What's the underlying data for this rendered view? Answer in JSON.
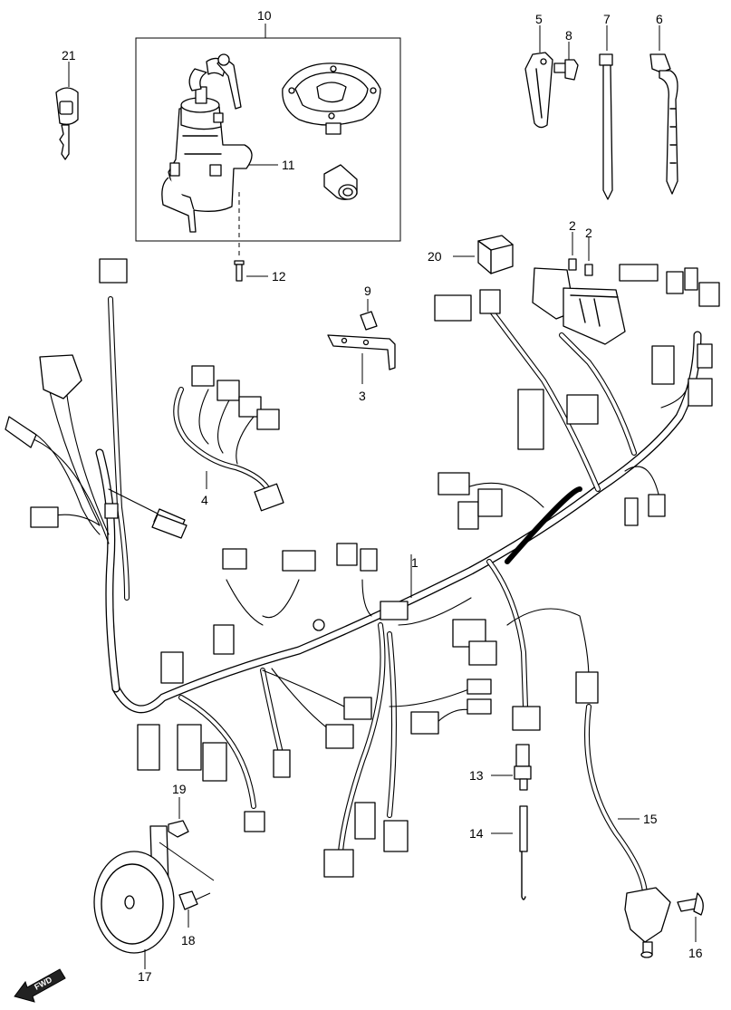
{
  "diagram": {
    "fwd_label": "FWD",
    "callouts": [
      "1",
      "2",
      "2",
      "3",
      "4",
      "5",
      "6",
      "7",
      "8",
      "9",
      "10",
      "11",
      "12",
      "13",
      "14",
      "15",
      "16",
      "17",
      "18",
      "19",
      "20",
      "21"
    ]
  }
}
